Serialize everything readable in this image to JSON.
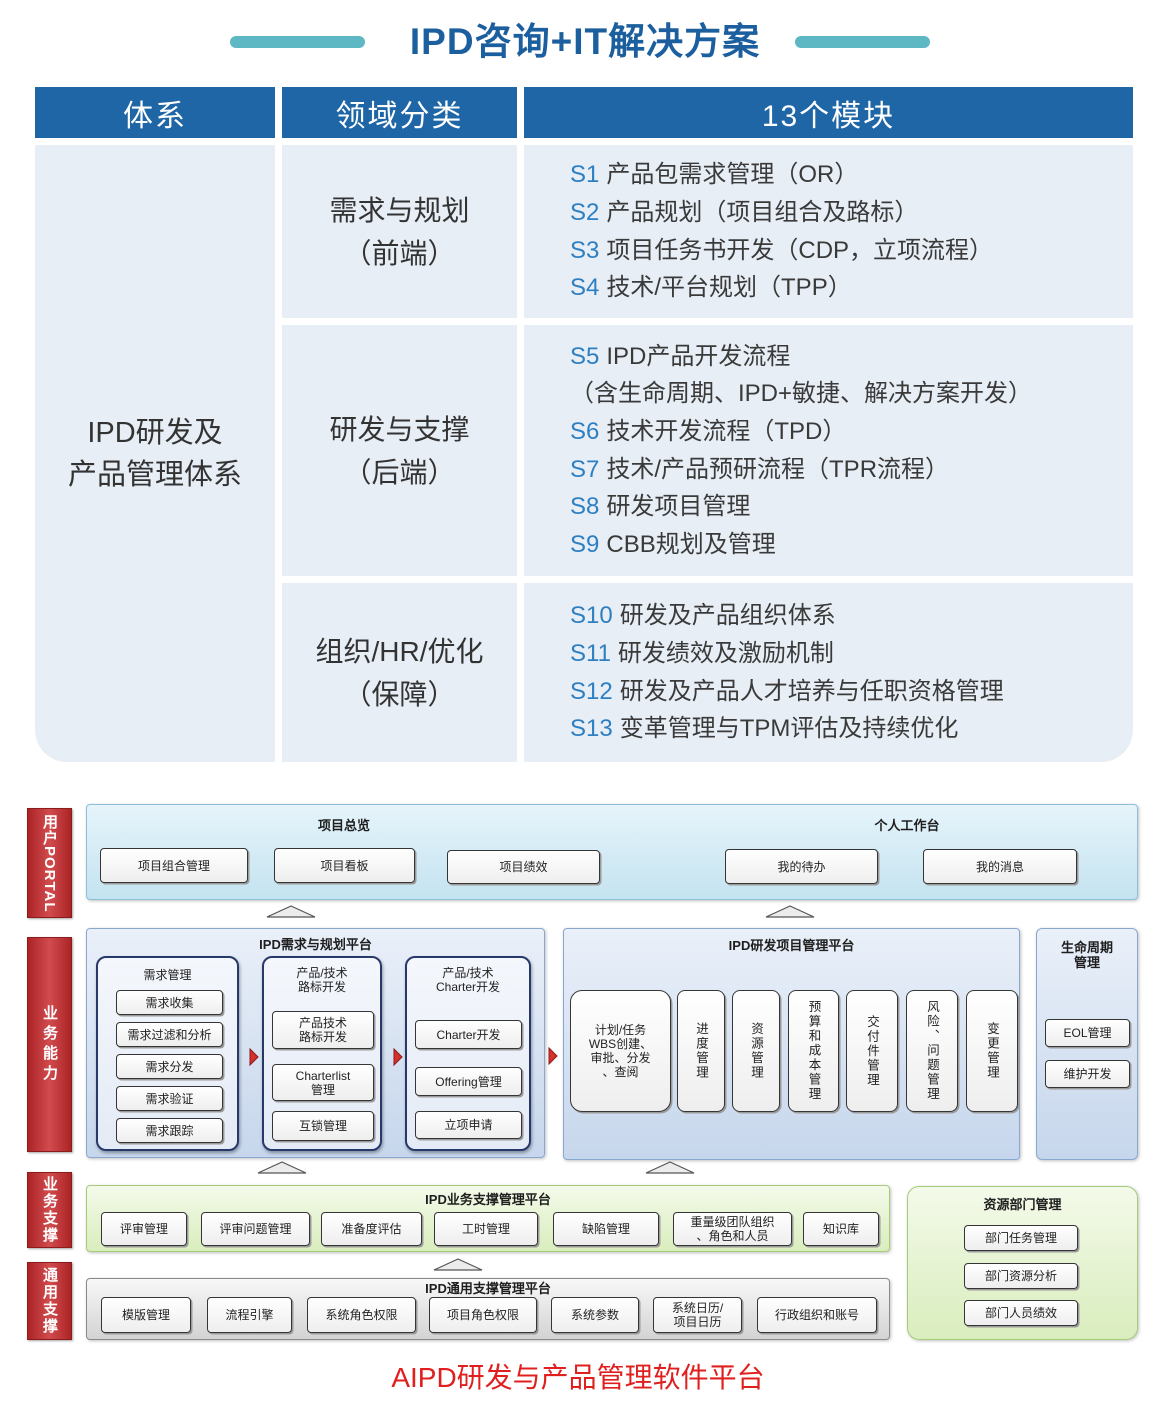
{
  "title": "IPD咨询+IT解决方案",
  "colors": {
    "title": "#1c5f9f",
    "title_bar": "#5db8c4",
    "table_header": "#1e66a6",
    "table_cell": "#e7eef5",
    "module_code": "#2e7fc2",
    "layer_label": "#c8292c",
    "caption": "#e0201f"
  },
  "table": {
    "headers": {
      "system": "体系",
      "domain": "领域分类",
      "modules": "13个模块"
    },
    "system_label": "IPD研发及\n产品管理体系",
    "rows": [
      {
        "domain": "需求与规划\n（前端）",
        "modules": [
          {
            "code": "S1",
            "text": "产品包需求管理（OR）"
          },
          {
            "code": "S2",
            "text": "产品规划（项目组合及路标）"
          },
          {
            "code": "S3",
            "text": "项目任务书开发（CDP，立项流程）"
          },
          {
            "code": "S4",
            "text": "技术/平台规划（TPP）"
          }
        ]
      },
      {
        "domain": "研发与支撑\n（后端）",
        "modules": [
          {
            "code": "S5",
            "text": "IPD产品开发流程"
          },
          {
            "text": "（含生命周期、IPD+敏捷、解决方案开发）"
          },
          {
            "code": "S6",
            "text": "技术开发流程（TPD）"
          },
          {
            "code": "S7",
            "text": "技术/产品预研流程（TPR流程）"
          },
          {
            "code": "S8",
            "text": "研发项目管理"
          },
          {
            "code": "S9",
            "text": "CBB规划及管理"
          }
        ]
      },
      {
        "domain": "组织/HR/优化\n（保障）",
        "modules": [
          {
            "code": "S10",
            "text": "研发及产品组织体系"
          },
          {
            "code": "S11",
            "text": "研发绩效及激励机制"
          },
          {
            "code": "S12",
            "text": "研发及产品人才培养与任职资格管理"
          },
          {
            "code": "S13",
            "text": "变革管理与TPM评估及持续优化"
          }
        ]
      }
    ]
  },
  "diagram": {
    "layers": {
      "portal": "用户PORTAL",
      "capability": "业务能力",
      "support": "业务支撑",
      "common": "通用支撑"
    },
    "portal": {
      "overview_title": "项目总览",
      "workbench_title": "个人工作台",
      "overview_items": [
        "项目组合管理",
        "项目看板",
        "项目绩效"
      ],
      "workbench_items": [
        "我的待办",
        "我的消息"
      ]
    },
    "requirements_platform": {
      "title": "IPD需求与规划平台",
      "groups": [
        {
          "title": "需求管理",
          "items": [
            "需求收集",
            "需求过滤和分析",
            "需求分发",
            "需求验证",
            "需求跟踪"
          ]
        },
        {
          "title": "产品/技术\n路标开发",
          "items": [
            "产品技术\n路标开发",
            "Charterlist\n管理",
            "互锁管理"
          ]
        },
        {
          "title": "产品/技术\nCharter开发",
          "items": [
            "Charter开发",
            "Offering管理",
            "立项申请"
          ]
        }
      ]
    },
    "project_platform": {
      "title": "IPD研发项目管理平台",
      "plan_item": "计划/任务\nWBS创建、\n审批、分发\n、查阅",
      "items": [
        "进度管理",
        "资源管理",
        "预算和成本管理",
        "交付件管理",
        "风险、问题管理",
        "变更管理"
      ]
    },
    "lifecycle_platform": {
      "title": "生命周期\n管理",
      "items": [
        "EOL管理",
        "维护开发"
      ]
    },
    "business_support_platform": {
      "title": "IPD业务支撑管理平台",
      "items": [
        "评审管理",
        "评审问题管理",
        "准备度评估",
        "工时管理",
        "缺陷管理",
        "重量级团队组织\n、角色和人员",
        "知识库"
      ]
    },
    "common_support_platform": {
      "title": "IPD通用支撑管理平台",
      "items": [
        "模版管理",
        "流程引擎",
        "系统角色权限",
        "项目角色权限",
        "系统参数",
        "系统日历/\n项目日历",
        "行政组织和账号"
      ]
    },
    "resource_dept": {
      "title": "资源部门管理",
      "items": [
        "部门任务管理",
        "部门资源分析",
        "部门人员绩效"
      ]
    }
  },
  "caption": "AIPD研发与产品管理软件平台"
}
